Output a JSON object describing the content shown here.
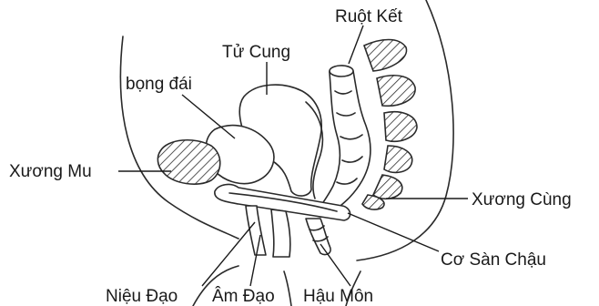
{
  "labels": {
    "ruot_ket": "Ruột Kết",
    "tu_cung": "Tử Cung",
    "bong_dai": "bọng đái",
    "xuong_mu": "Xương Mu",
    "xuong_cung": "Xương Cùng",
    "co_san_chau": "Cơ Sàn Chậu",
    "nieu_dao": "Niệu Đạo",
    "am_dao": "Âm Đạo",
    "hau_mon": "Hậu Môn"
  }
}
